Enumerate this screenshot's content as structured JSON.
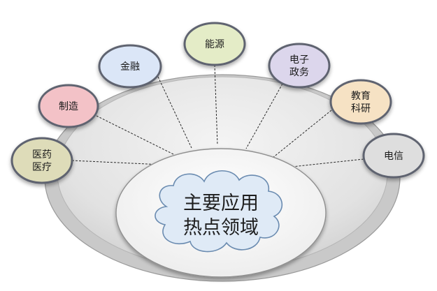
{
  "center": {
    "lines": [
      "主要应用",
      "热点领域"
    ]
  },
  "nodes": [
    {
      "id": "yiyao",
      "lines": [
        "医药",
        "医疗"
      ],
      "fill": "#dedcb9",
      "shade": "#b9b386"
    },
    {
      "id": "zhizao",
      "lines": [
        "制造"
      ],
      "fill": "#f3c2c7",
      "shade": "#d49aa2"
    },
    {
      "id": "jinrong",
      "lines": [
        "金融"
      ],
      "fill": "#dbe6f7",
      "shade": "#a9c1e6"
    },
    {
      "id": "nengyuan",
      "lines": [
        "能源"
      ],
      "fill": "#e4ecc7",
      "shade": "#bccd8e"
    },
    {
      "id": "dianzi",
      "lines": [
        "电子",
        "政务"
      ],
      "fill": "#dcd6ec",
      "shade": "#b1a6d2"
    },
    {
      "id": "jiaoyu",
      "lines": [
        "教育",
        "科研"
      ],
      "fill": "#f6e2c4",
      "shade": "#e1b67b"
    },
    {
      "id": "dianxin",
      "lines": [
        "电信"
      ],
      "fill": "#dedede",
      "shade": "#ababab"
    }
  ],
  "colors": {
    "ring_outer": "#c9c9c9",
    "ring_inner": "#e4e4e4",
    "ring_stroke": "#9a9a9a",
    "inner_fill": "#f3f3f3",
    "cloud_fill": "#dfeaf6",
    "cloud_stroke": "#6a8bb0",
    "node_stroke": "#5e6470",
    "connector": "#2a2a2a"
  }
}
